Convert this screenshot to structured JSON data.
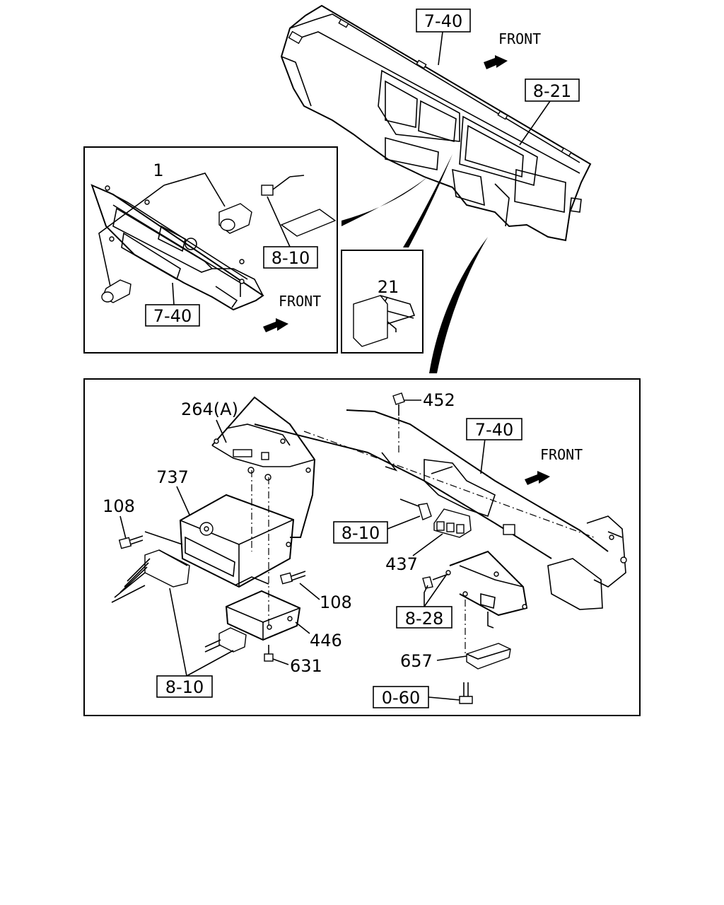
{
  "labels": {
    "ref_7_40_top": "7-40",
    "ref_8_21": "8-21",
    "front_top": "FRONT",
    "part_1": "1",
    "ref_8_10_inset": "8-10",
    "ref_7_40_inset": "7-40",
    "front_inset": "FRONT",
    "part_21": "21",
    "part_452": "452",
    "part_264a": "264(A)",
    "ref_7_40_lower": "7-40",
    "front_lower": "FRONT",
    "part_737": "737",
    "part_108_left": "108",
    "ref_8_10_mid": "8-10",
    "part_437": "437",
    "part_108_right": "108",
    "ref_8_28": "8-28",
    "part_446": "446",
    "part_631": "631",
    "part_657": "657",
    "ref_8_10_bottom": "8-10",
    "ref_0_60": "0-60"
  }
}
